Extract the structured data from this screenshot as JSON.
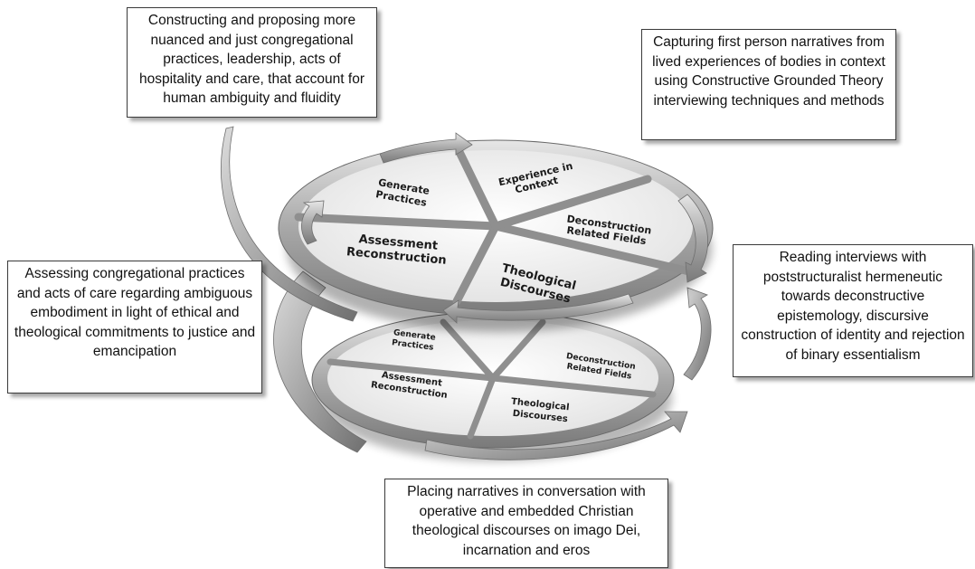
{
  "notes": {
    "top_left": "Constructing and proposing more nuanced and just congregational practices, leadership, acts of hospitality and care, that account for human ambiguity and fluidity",
    "top_right": "Capturing first person narratives from lived experiences of bodies in context using Constructive Grounded Theory interviewing techniques and methods",
    "right": "Reading interviews with poststructuralist hermeneutic towards deconstructive epistemology, discursive construction of identity and rejection of binary essentialism",
    "left": "Assessing congregational practices and acts of care regarding ambiguous embodiment  in light of ethical and theological commitments  to justice and emancipation",
    "bottom": "Placing narratives in conversation with operative and embedded  Christian theological discourses on imago Dei, incarnation and eros"
  },
  "top_disk": {
    "generate": [
      "Generate",
      "Practices"
    ],
    "experience": [
      "Experience in",
      "Context"
    ],
    "deconstruction": [
      "Deconstruction",
      "Related Fields"
    ],
    "theological": [
      "Theological",
      "Discourses"
    ],
    "assessment": [
      "Assessment",
      "Reconstruction"
    ]
  },
  "bottom_disk": {
    "generate": [
      "Generate",
      "Practices"
    ],
    "deconstruction": [
      "Deconstruction",
      "Related Fields"
    ],
    "theological": [
      "Theological",
      "Discourses"
    ],
    "assessment": [
      "Assessment",
      "Reconstruction"
    ]
  }
}
